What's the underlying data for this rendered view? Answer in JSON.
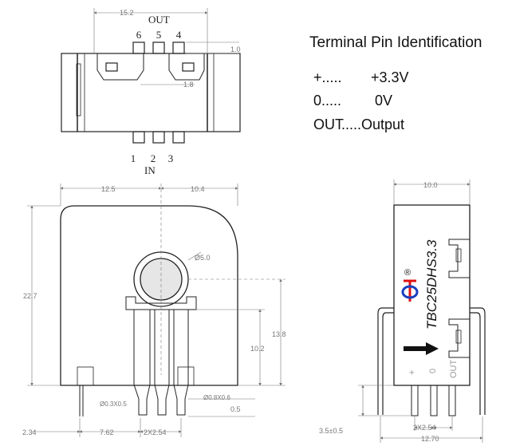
{
  "title": "Terminal Pin Identification",
  "pins": [
    {
      "symbol": "+.....",
      "meaning": "+3.3V"
    },
    {
      "symbol": "0.....",
      "meaning": "0V"
    },
    {
      "symbol": "OUT",
      "meaning": ".....Output"
    }
  ],
  "top_view": {
    "out_label": "OUT",
    "out_pins": [
      "6",
      "5",
      "4"
    ],
    "in_pins": [
      "1",
      "2",
      "3"
    ],
    "in_label": "IN",
    "dims": {
      "width": "15.2",
      "pin_len": "1.0",
      "pitch": "1.8"
    }
  },
  "front_view": {
    "dims": {
      "left_width": "12.5",
      "right_width": "10.4",
      "height": "22.7",
      "hole": "Ø5.0",
      "right_height": "13.8",
      "pin_height": "10.2",
      "pin_tail": "0.5",
      "pin_a": "Ø0.3X0.5",
      "pin_b": "Ø0.8X0.6",
      "edge": "2.34",
      "offset": "7.62",
      "pitch": "2X2.54"
    }
  },
  "side_view": {
    "model": "TBC25DHS3.3",
    "registered": "®",
    "labels": [
      "+",
      "0",
      "OUT"
    ],
    "dims": {
      "width": "10.0",
      "pin_len": "3.5±0.5",
      "pitch": "2X2.54",
      "span": "12.70"
    }
  },
  "colors": {
    "outline": "#222222",
    "dim": "#777777",
    "hole": "#e6e6e6",
    "logo_red": "#e01010",
    "logo_blue": "#1a3fbf"
  }
}
